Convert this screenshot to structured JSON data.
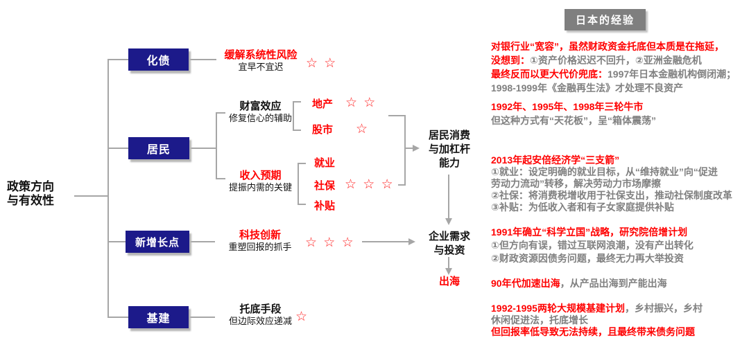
{
  "root": {
    "line1": "政策方向",
    "line2": "与有效性"
  },
  "boxes": {
    "huazhai": "化债",
    "jumin": "居民",
    "xinzengzhang": "新增长点",
    "jijian": "基建"
  },
  "notes": {
    "huazhai": {
      "red": "缓解系统性风险",
      "sub": "宜早不宜迟",
      "stars": "☆ ☆"
    },
    "caifu": {
      "title": "财富效应",
      "sub": "修复信心的辅助"
    },
    "shouru": {
      "red": "收入预期",
      "sub": "提振内需的关键"
    },
    "keji": {
      "red": "科技创新",
      "sub": "重塑回报的抓手",
      "stars": "☆ ☆ ☆"
    },
    "tuodi": {
      "title": "托底手段",
      "sub": "但边际效应递减",
      "stars": "☆"
    }
  },
  "leaves": {
    "dichan": {
      "label": "地产",
      "stars": "☆ ☆"
    },
    "gushi": {
      "label": "股市",
      "stars": "☆"
    },
    "jiuye": {
      "label": "就业"
    },
    "shebao": {
      "label": "社保",
      "stars": "☆ ☆ ☆"
    },
    "butie": {
      "label": "补贴"
    }
  },
  "nodes": {
    "consumption": {
      "line1": "居民消费",
      "line2": "与加杠杆",
      "line3": "能力"
    },
    "enterprise": {
      "line1": "企业需求",
      "line2": "与投资"
    },
    "chuhai": "出海"
  },
  "japan": {
    "badge": "日本的经验",
    "p1": {
      "l1_red": "对银行业“宽容”，虽然财政资金托底但本质是在拖延，",
      "l2_red": "没想到：",
      "l2_gray": "①资产价格迟迟不回升，②亚洲金融危机",
      "l3_red": "最终反而以更大代价兜底：",
      "l3_gray": "1997年日本金融机构倒闭潮；",
      "l4_gray": "1998-1999年《金融再生法》才处理不良资产"
    },
    "p2": {
      "l1_red": "1992年、1995年、1998年三轮牛市",
      "l2_gray": "但这种方式有“天花板”，呈“箱体震荡”"
    },
    "p3": {
      "l1_red": "2013年起安倍经济学“三支箭”",
      "l2_gray": "①就业：设定明确的就业目标，从“维持就业”向“促进",
      "l3_gray": "劳动力流动”转移，解决劳动力市场摩擦",
      "l4_gray": "②社保：将消费税增收用于社保支出，推动社保制度改革",
      "l5_gray": "③补贴：为低收入者和有子女家庭提供补贴"
    },
    "p4": {
      "l1_red": "1991年确立“科学立国”战略，研究院倍增计划",
      "l2_gray": "①但方向有误，错过互联网浪潮，没有产出转化",
      "l3_gray": "②财政资源因债务问题，最终无力再大举投资"
    },
    "p5": {
      "l1_red": "90年代加速出海",
      "l1_gray": "，从产品出海到产能出海"
    },
    "p6": {
      "l1_red": "1992-1995两轮大规模基建计划",
      "l1_gray": "，乡村振兴，乡村",
      "l2_gray": "休闲促进法，托底增长",
      "l3_red": "但回报率低导致无法持续，且最终带来债务问题"
    }
  },
  "colors": {
    "navy_box": "#1c1a8a",
    "red": "#ff0000",
    "gray_text": "#808080",
    "connector": "#a6a6a6",
    "badge_bg": "#7f7f7f"
  }
}
